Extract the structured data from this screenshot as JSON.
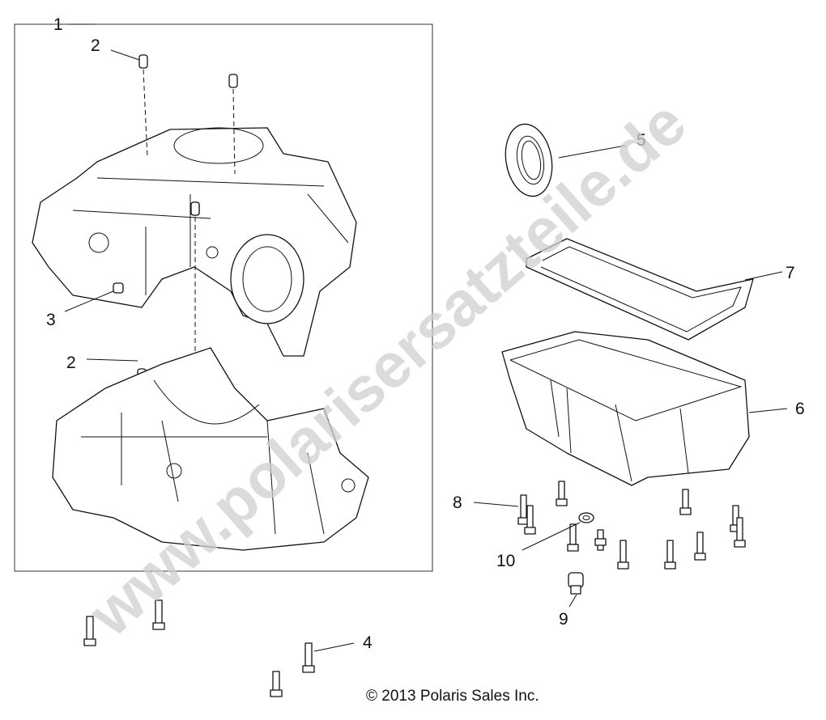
{
  "diagram": {
    "callouts": [
      {
        "id": "1"
      },
      {
        "id": "2"
      },
      {
        "id": "3"
      },
      {
        "id": "2b",
        "text": "2"
      },
      {
        "id": "4"
      },
      {
        "id": "5"
      },
      {
        "id": "6"
      },
      {
        "id": "7"
      },
      {
        "id": "8"
      },
      {
        "id": "9"
      },
      {
        "id": "10"
      }
    ],
    "labels": {
      "c1": "1",
      "c2": "2",
      "c3": "3",
      "c2b": "2",
      "c4": "4",
      "c5": "5",
      "c6": "6",
      "c7": "7",
      "c8": "8",
      "c9": "9",
      "c10": "10"
    },
    "watermark": "www.polarisersatzteile.de",
    "copyright": "© 2013 Polaris Sales Inc."
  }
}
